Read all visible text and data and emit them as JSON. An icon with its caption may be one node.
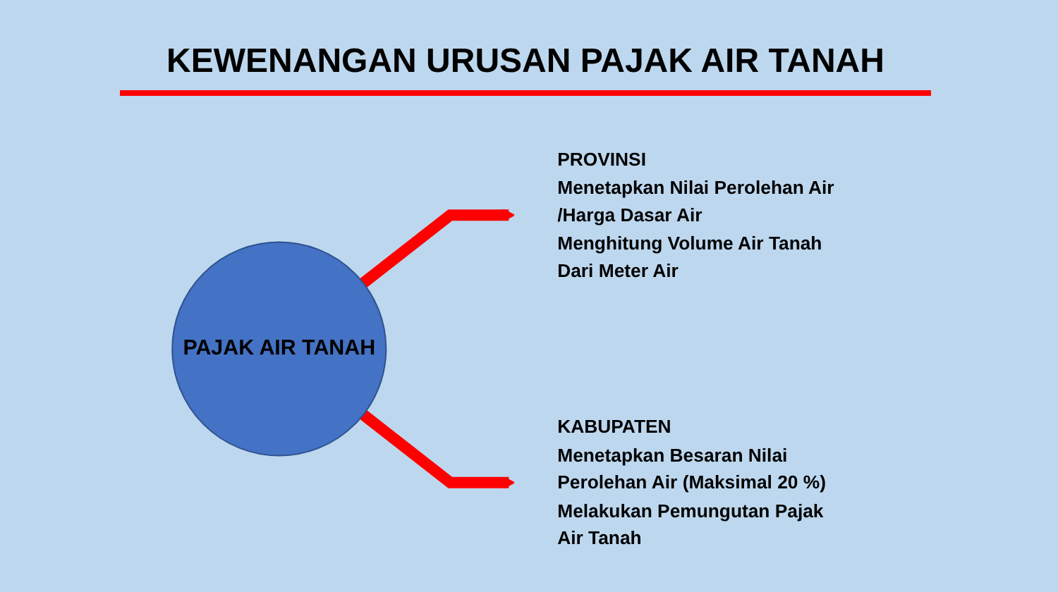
{
  "diagram": {
    "title": "KEWENANGAN URUSAN PAJAK AIR TANAH",
    "nodes": [
      {
        "text": [
          "PAJAK AIR TANAH"
        ]
      },
      {
        "text": [
          "PROVINSI",
          "Menetapkan Nilai Perolehan Air /Harga Dasar Air",
          "Menghitung Volume Air Tanah Dari Meter Air"
        ]
      },
      {
        "text": [
          "KABUPATEN",
          "Menetapkan Besaran Nilai Perolehan Air (Maksimal 20 %)",
          "Melakukan Pemungutan Pajak Air Tanah"
        ]
      }
    ],
    "edges": [
      {
        "from": 0,
        "to": 1,
        "arrow": "to"
      },
      {
        "from": 0,
        "to": 2,
        "arrow": "to"
      }
    ]
  }
}
